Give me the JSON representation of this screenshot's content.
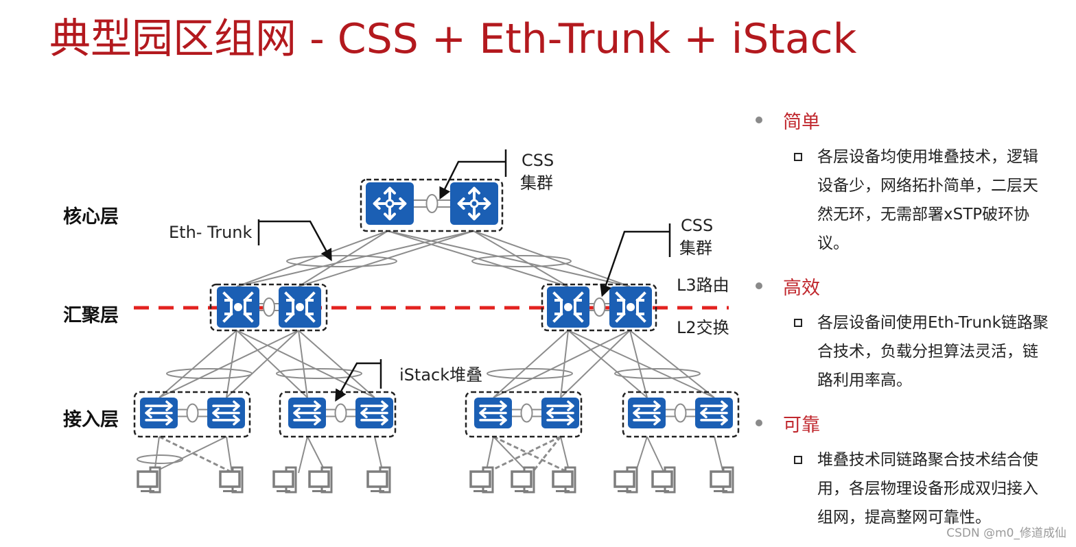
{
  "title": "典型园区组网 - CSS + Eth-Trunk + iStack",
  "colors": {
    "title": "#b3191e",
    "device_blue": "#1b5fb4",
    "link_gray": "#8c8c8c",
    "boundary_red": "#e3221f",
    "bullet_heading": "#c0272d"
  },
  "diagram": {
    "layers": [
      {
        "id": "core",
        "label": "核心层"
      },
      {
        "id": "aggregation",
        "label": "汇聚层"
      },
      {
        "id": "access",
        "label": "接入层"
      }
    ],
    "annotations": {
      "eth_trunk": "Eth- Trunk",
      "css_core_line1": "CSS",
      "css_core_line2": "集群",
      "css_agg_line1": "CSS",
      "css_agg_line2": "集群",
      "l3": "L3路由",
      "l2": "L2交换",
      "istack": "iStack堆叠"
    },
    "device_icons": {
      "core": "router-icon",
      "aggregation": "aggregation-switch-icon",
      "access": "access-switch-icon",
      "endpoint": "pc-icon"
    },
    "groups": {
      "core": [
        {
          "name": "core-css-cluster",
          "devices": 2
        }
      ],
      "aggregation": [
        {
          "name": "aggregation-css-left",
          "devices": 2
        },
        {
          "name": "aggregation-css-right",
          "devices": 2
        }
      ],
      "access": [
        {
          "name": "access-istack-1",
          "devices": 2,
          "pcs": 2
        },
        {
          "name": "access-istack-2",
          "devices": 2,
          "pcs": 3
        },
        {
          "name": "access-istack-3",
          "devices": 2,
          "pcs": 3
        },
        {
          "name": "access-istack-4",
          "devices": 2,
          "pcs": 3
        }
      ]
    }
  },
  "bullets": [
    {
      "heading": "简单",
      "body": "各层设备均使用堆叠技术，逻辑设备少，网络拓扑简单，二层天然无环，无需部署xSTP破环协议。"
    },
    {
      "heading": "高效",
      "body": "各层设备间使用Eth-Trunk链路聚合技术，负载分担算法灵活，链路利用率高。"
    },
    {
      "heading": "可靠",
      "body": "堆叠技术同链路聚合技术结合使用，各层物理设备形成双归接入组网，提高整网可靠性。"
    }
  ],
  "watermark": "CSDN @m0_修道成仙"
}
